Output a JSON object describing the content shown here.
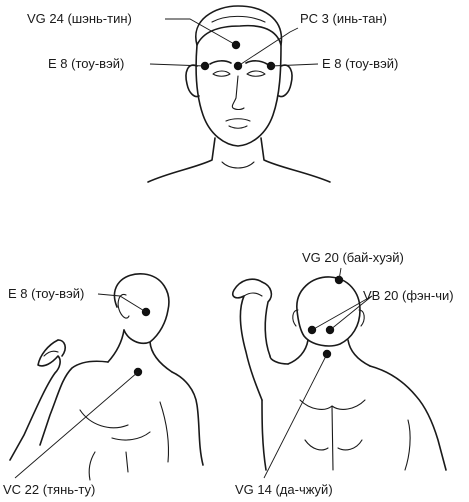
{
  "points": {
    "vg24": "VG 24 (шэнь-тин)",
    "pc3": "PC 3 (инь-тан)",
    "e8_right": "E 8 (тоу-вэй)",
    "e8_left": "E 8 (тоу-вэй)",
    "e8_side": "E 8 (тоу-вэй)",
    "vg20": "VG 20 (бай-хуэй)",
    "vb20": "VB 20 (фэн-чи)",
    "vc22": "VC 22 (тянь-ту)",
    "vg14": "VG 14 (да-чжуй)"
  },
  "colors": {
    "ink": "#1a1a1a",
    "background": "#ffffff"
  }
}
